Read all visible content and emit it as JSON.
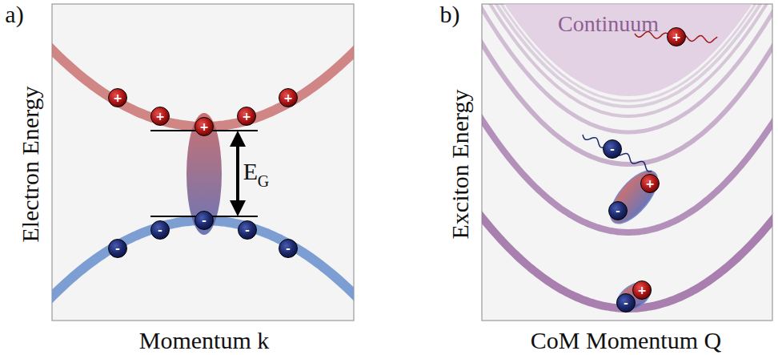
{
  "diagram": {
    "nodes": [
      {
        "text": [
          "+"
        ]
      },
      {
        "text": [
          "+"
        ]
      },
      {
        "text": [
          "+"
        ]
      },
      {
        "text": [
          "+"
        ]
      },
      {
        "text": [
          "+"
        ]
      },
      {
        "text": [
          "-"
        ]
      },
      {
        "text": [
          "-"
        ]
      },
      {
        "text": [
          "-"
        ]
      },
      {
        "text": [
          "-"
        ]
      },
      {
        "text": [
          "-"
        ]
      },
      {
        "text": [
          "+"
        ]
      },
      {
        "text": [
          "-"
        ]
      },
      {
        "text": [
          "+"
        ]
      },
      {
        "text": [
          "-"
        ]
      },
      {
        "text": [
          "+"
        ]
      },
      {
        "text": [
          "-"
        ]
      }
    ],
    "labels": [
      "a)",
      "Electron Energy",
      "Momentum k",
      "E",
      "G",
      "b)",
      "Exciton Energy",
      "CoM Momentum Q",
      "Continuum"
    ]
  }
}
